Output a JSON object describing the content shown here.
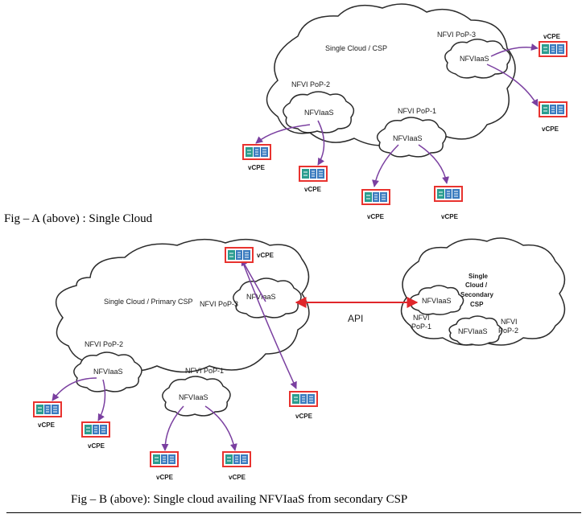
{
  "figA": {
    "caption": "Fig – A (above) : Single Cloud",
    "cloud_label": "Single Cloud / CSP",
    "pops": [
      {
        "label": "NFVI PoP-3",
        "inner": "NFVIaaS"
      },
      {
        "label": "NFVI PoP-2",
        "inner": "NFVIaaS"
      },
      {
        "label": "NFVI PoP-1",
        "inner": "NFVIaaS"
      }
    ],
    "vcpe_label": "vCPE"
  },
  "figB": {
    "caption": "Fig – B (above): Single cloud availing NFVIaaS from secondary CSP",
    "primary_label": "Single Cloud / Primary CSP",
    "secondary_label_lines": [
      "Single",
      "Cloud /",
      "Secondary",
      "CSP"
    ],
    "pops": [
      {
        "label": "NFVI PoP-3",
        "inner": "NFVIaaS"
      },
      {
        "label": "NFVI PoP-2",
        "inner": "NFVIaaS"
      },
      {
        "label": "NFVI PoP-1",
        "inner": "NFVIaaS"
      }
    ],
    "secondary_pops": [
      {
        "label_lines": [
          "NFVI",
          "PoP-1"
        ],
        "inner": "NFVIaaS"
      },
      {
        "label_lines": [
          "NFVI",
          "PoP-2"
        ],
        "inner": "NFVIaaS"
      }
    ],
    "api_label": "API",
    "vcpe_label": "vCPE"
  },
  "colors": {
    "cloud_stroke": "#2b2b2b",
    "arrow_purple": "#7a3fa0",
    "api_arrow": "#e0262b",
    "device_border": "#e8332f",
    "device_fill": "#2a9d8f"
  }
}
